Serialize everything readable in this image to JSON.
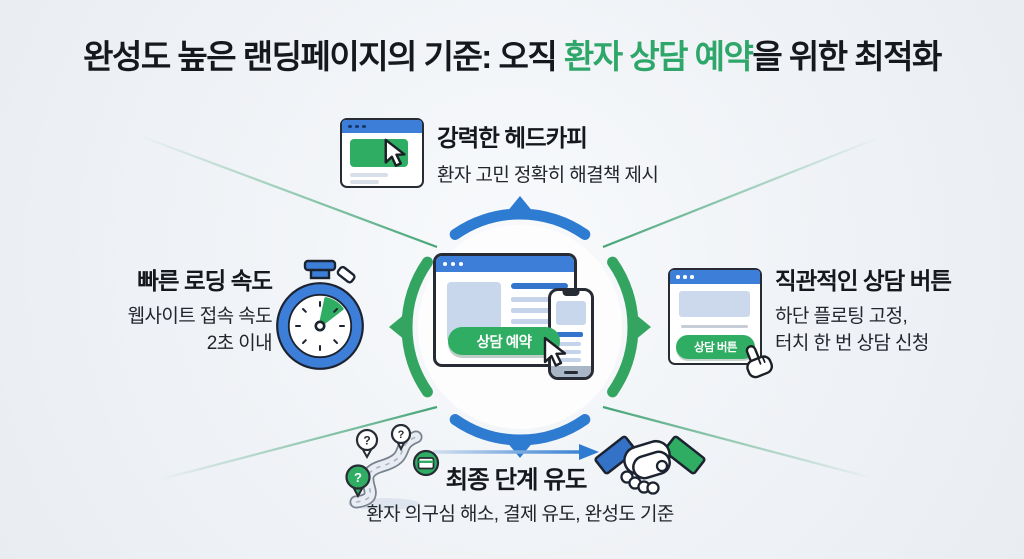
{
  "title": {
    "pre": "완성도 높은 랜딩페이지의 기준: 오직 ",
    "highlight": "환자 상담 예약",
    "post": "을 위한 최적화"
  },
  "center": {
    "cta_label": "상담 예약"
  },
  "sections": {
    "top": {
      "title": "강력한 헤드카피",
      "subtitle": "환자 고민 정확히 해결책 제시",
      "icon": "browser-headline-cursor-icon"
    },
    "left": {
      "title": "빠른 로딩 속도",
      "subtitle_line1": "웹사이트 접속 속도",
      "subtitle_line2": "2초 이내",
      "icon": "stopwatch-icon"
    },
    "right": {
      "title": "직관적인 상담 버튼",
      "subtitle_line1": "하단 플로팅 고정,",
      "subtitle_line2": "터치 한 번 상담 신청",
      "button_label": "상담 버튼",
      "icon": "browser-cta-hand-icon"
    },
    "bottom": {
      "title": "최종 단계 유도",
      "subtitle": "환자 의구심 해소, 결제 유도, 완성도 기준",
      "icons": [
        "question-path-icon",
        "arrow-right-icon",
        "handshake-icon"
      ]
    }
  },
  "glyphs": {
    "question": "?"
  },
  "colors": {
    "accent_green": "#2fad63",
    "accent_green_text": "#2fa76a",
    "accent_blue": "#2e7bd2",
    "ui_bar_blue": "#3d7ed8",
    "outline_dark": "#272c34",
    "text_dark": "#15181d",
    "background": "#eef1f5"
  }
}
